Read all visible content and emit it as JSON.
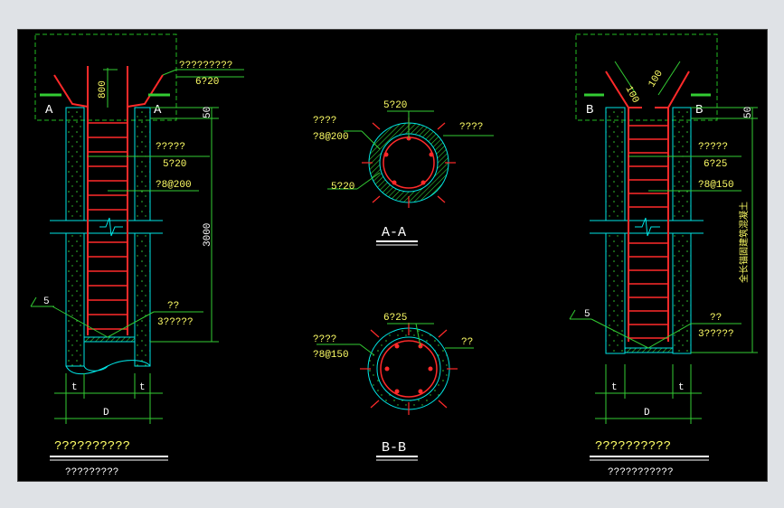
{
  "colors": {
    "background": "#000000",
    "concrete": "#00e5e5",
    "rebar": "#ff2a2a",
    "hatch": "#33cc33",
    "dimension": "#33cc33",
    "annotation": "#ffff66",
    "guide_box": "#22bb22",
    "frame": "#dfe2e6"
  },
  "left_pile": {
    "section_mark_left": "A",
    "section_mark_right": "A",
    "dim_800": "800",
    "dim_50": "50",
    "dim_3000": "3000",
    "note_top": "?????????",
    "note_top_bar": "6?20",
    "note_stirrup_label": "?????",
    "note_main_bar": "5?20",
    "note_stirrup_spacing": "?8@200",
    "slope_value": "5",
    "note_bottom_1": "??",
    "note_bottom_2": "3?????",
    "dim_t_left": "t",
    "dim_t_right": "t",
    "dim_d": "D",
    "title": "??????????",
    "subtitle": "?????????"
  },
  "section_aa": {
    "label_top": "5?20",
    "label_left_1": "????",
    "label_left_2": "?8@200",
    "label_right": "????",
    "label_bottom": "5?20",
    "title": "A-A"
  },
  "section_bb": {
    "label_top": "6?25",
    "label_left_1": "????",
    "label_left_2": "?8@150",
    "label_right": "??",
    "title": "B-B"
  },
  "right_pile": {
    "section_mark_left": "B",
    "section_mark_right": "B",
    "dim_100_left": "100",
    "dim_100_right": "100",
    "dim_50": "50",
    "note_stirrup_label": "?????",
    "note_main_bar": "6?25",
    "note_stirrup_spacing": "?8@150",
    "vertical_note": "全长锚固建筑混凝土",
    "slope_value": "5",
    "note_bottom_1": "??",
    "note_bottom_2": "3?????",
    "dim_t_left": "t",
    "dim_t_right": "t",
    "dim_d": "D",
    "title": "??????????",
    "subtitle": "???????????"
  }
}
